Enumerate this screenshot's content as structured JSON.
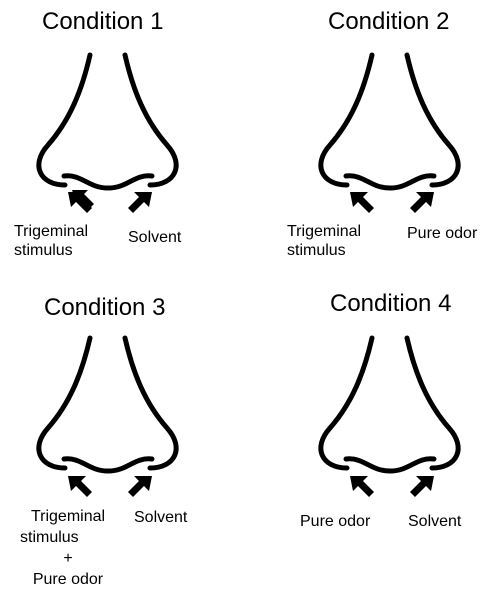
{
  "conditions": [
    {
      "title": "Condition 1",
      "left_label_line1": "Trigeminal",
      "left_label_line2": "stimulus",
      "right_label": "Solvent"
    },
    {
      "title": "Condition 2",
      "left_label_line1": "Trigeminal",
      "left_label_line2": "stimulus",
      "right_label": "Pure odor"
    },
    {
      "title": "Condition 3",
      "left_label_line1": "Trigeminal",
      "left_label_line2": "stimulus",
      "left_label_plus": "+",
      "left_label_line3": "Pure odor",
      "right_label": "Solvent"
    },
    {
      "title": "Condition 4",
      "left_label": "Pure odor",
      "right_label": "Solvent"
    }
  ],
  "icons": {
    "nose": "nose-outline-icon",
    "arrow": "arrow-up-left-icon"
  },
  "colors": {
    "line": "#000000",
    "background": "#ffffff"
  }
}
